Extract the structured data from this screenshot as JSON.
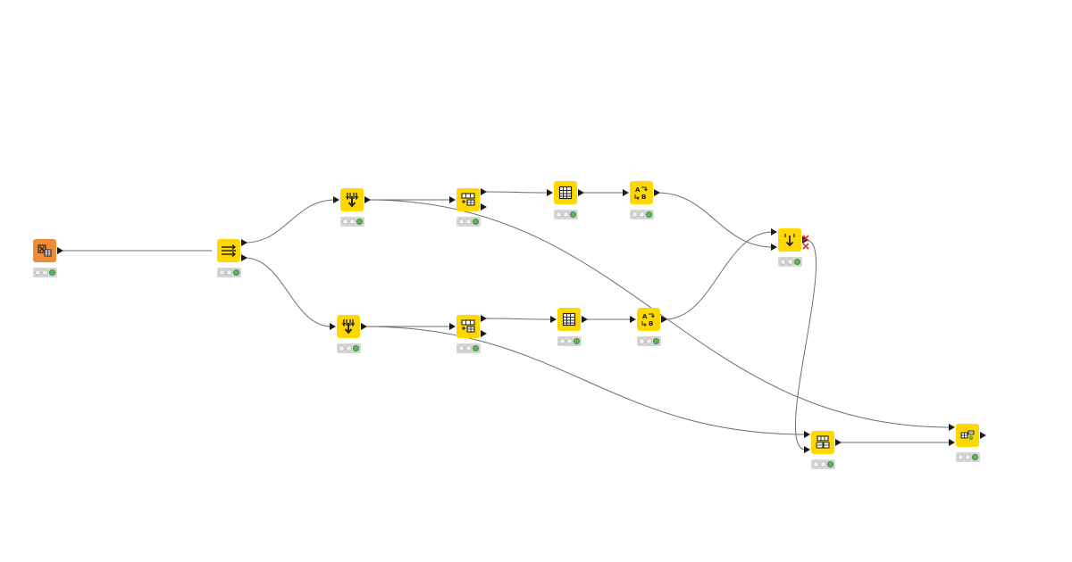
{
  "colors": {
    "background": "#ffffff",
    "source_node": "#f08c35",
    "manipulator_node": "#ffd800",
    "edge": "#6e6e6e",
    "port": "#1a1a1a",
    "status_bar": "#d6d6d6",
    "status_ok": "#5cb85c",
    "inactive_port": "#e0302e"
  },
  "nodes": [
    {
      "id": "excel-reader",
      "type": "source",
      "icon": "excel-reader-icon",
      "inputs": 0,
      "outputs": 1
    },
    {
      "id": "splitter",
      "type": "manipulator",
      "icon": "column-splitter-icon",
      "inputs": 0,
      "outputs": 2
    },
    {
      "id": "column-filter-top",
      "type": "manipulator",
      "icon": "column-filter-icon",
      "inputs": 1,
      "outputs": 1
    },
    {
      "id": "row-splitter-top",
      "type": "manipulator",
      "icon": "row-splitter-icon",
      "inputs": 1,
      "outputs": 2
    },
    {
      "id": "table-view-top",
      "type": "manipulator",
      "icon": "table-icon",
      "inputs": 1,
      "outputs": 1
    },
    {
      "id": "renamer-top",
      "type": "manipulator",
      "icon": "column-rename-icon",
      "inputs": 1,
      "outputs": 1
    },
    {
      "id": "column-filter-bottom",
      "type": "manipulator",
      "icon": "column-filter-icon",
      "inputs": 1,
      "outputs": 1
    },
    {
      "id": "row-splitter-bottom",
      "type": "manipulator",
      "icon": "row-splitter-icon",
      "inputs": 1,
      "outputs": 2
    },
    {
      "id": "table-view-bottom",
      "type": "manipulator",
      "icon": "table-icon",
      "inputs": 1,
      "outputs": 1
    },
    {
      "id": "renamer-bottom",
      "type": "manipulator",
      "icon": "column-rename-icon",
      "inputs": 1,
      "outputs": 1
    },
    {
      "id": "concatenate",
      "type": "manipulator",
      "icon": "concatenate-icon",
      "inputs": 2,
      "outputs": 1,
      "inactive_outputs": 2
    },
    {
      "id": "joiner",
      "type": "manipulator",
      "icon": "joiner-icon",
      "inputs": 2,
      "outputs": 1
    },
    {
      "id": "final-node",
      "type": "manipulator",
      "icon": "column-appender-icon",
      "inputs": 2,
      "outputs": 1
    }
  ],
  "connections": [
    {
      "from": "excel-reader",
      "out": 0,
      "to": "splitter",
      "in": 0
    },
    {
      "from": "splitter",
      "out": 0,
      "to": "column-filter-top",
      "in": 0
    },
    {
      "from": "splitter",
      "out": 1,
      "to": "column-filter-bottom",
      "in": 0
    },
    {
      "from": "column-filter-top",
      "out": 0,
      "to": "row-splitter-top",
      "in": 0
    },
    {
      "from": "column-filter-top",
      "out": 0,
      "to": "final-node",
      "in": 0
    },
    {
      "from": "row-splitter-top",
      "out": 0,
      "to": "table-view-top",
      "in": 0
    },
    {
      "from": "table-view-top",
      "out": 0,
      "to": "renamer-top",
      "in": 0
    },
    {
      "from": "renamer-top",
      "out": 0,
      "to": "concatenate",
      "in": 1
    },
    {
      "from": "column-filter-bottom",
      "out": 0,
      "to": "row-splitter-bottom",
      "in": 0
    },
    {
      "from": "column-filter-bottom",
      "out": 0,
      "to": "joiner",
      "in": 0
    },
    {
      "from": "row-splitter-bottom",
      "out": 0,
      "to": "table-view-bottom",
      "in": 0
    },
    {
      "from": "table-view-bottom",
      "out": 0,
      "to": "renamer-bottom",
      "in": 0
    },
    {
      "from": "renamer-bottom",
      "out": 0,
      "to": "concatenate",
      "in": 0
    },
    {
      "from": "concatenate",
      "out": 0,
      "to": "joiner",
      "in": 1
    },
    {
      "from": "joiner",
      "out": 0,
      "to": "final-node",
      "in": 1
    }
  ]
}
